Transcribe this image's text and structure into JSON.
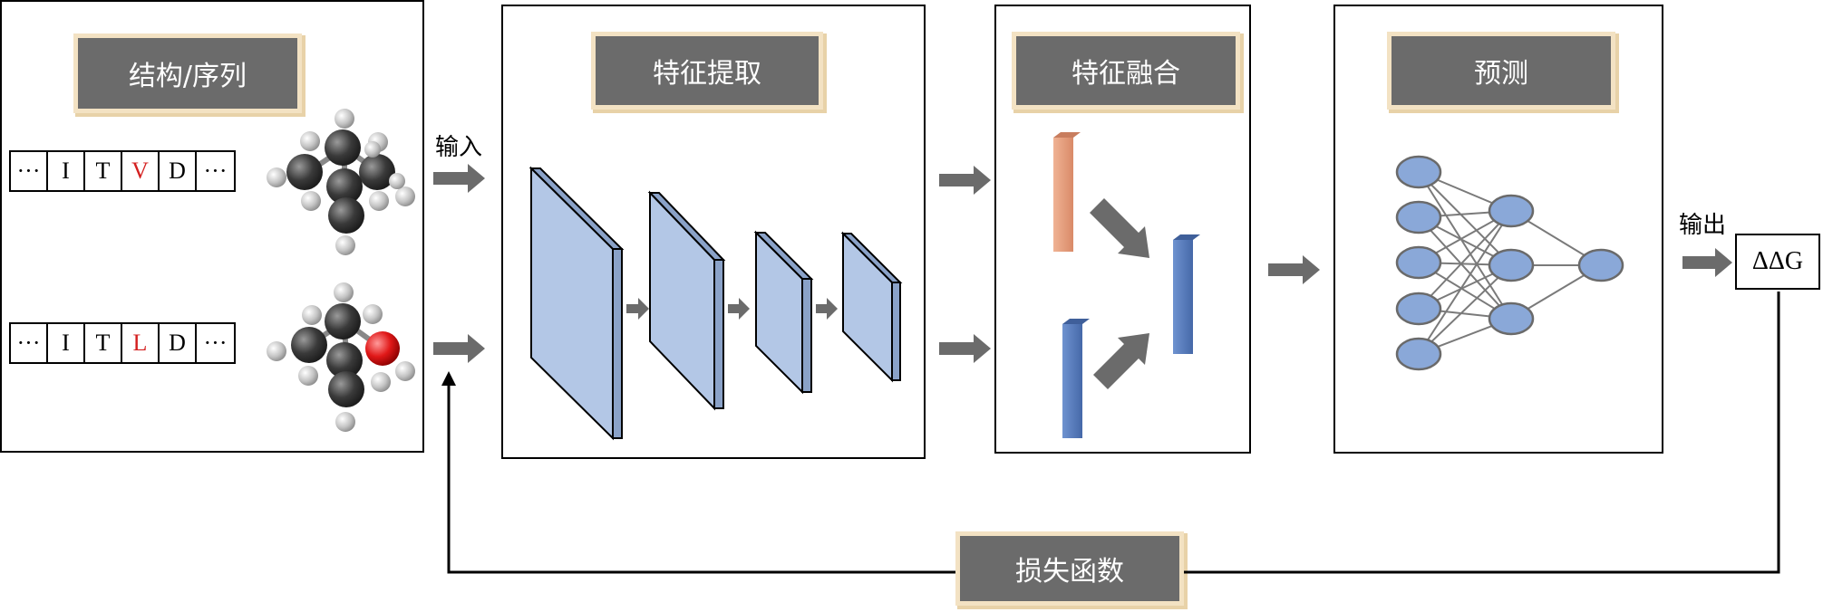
{
  "panels": {
    "input_title": "结构/序列",
    "extract_title": "特征提取",
    "fusion_title": "特征融合",
    "predict_title": "预测",
    "loss_title": "损失函数"
  },
  "labels": {
    "input": "输入",
    "output": "输出",
    "ddg": "ΔΔG"
  },
  "sequences": [
    [
      "···",
      "I",
      "T",
      "V",
      "D",
      "···"
    ],
    [
      "···",
      "I",
      "T",
      "L",
      "D",
      "···"
    ]
  ],
  "mutated_index": 3,
  "colors": {
    "mutation": "#d42020",
    "title_bg": "#6b6b6b",
    "title_frame": "#f3e2c3",
    "conv_face": "#b3c7e6",
    "conv_side": "#8aa2c8",
    "fusion_orange": "#e8a283",
    "fusion_blue": "#5b80c1",
    "nn_node": "#8aa8d8",
    "arrow": "#6b6b6b"
  }
}
